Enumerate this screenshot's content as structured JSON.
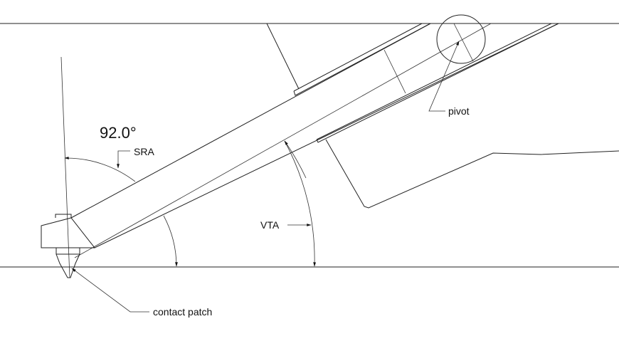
{
  "diagram": {
    "angle_value": "92.0°",
    "labels": {
      "sra": "SRA",
      "vta": "VTA",
      "pivot": "pivot",
      "contact_patch": "contact patch"
    }
  }
}
